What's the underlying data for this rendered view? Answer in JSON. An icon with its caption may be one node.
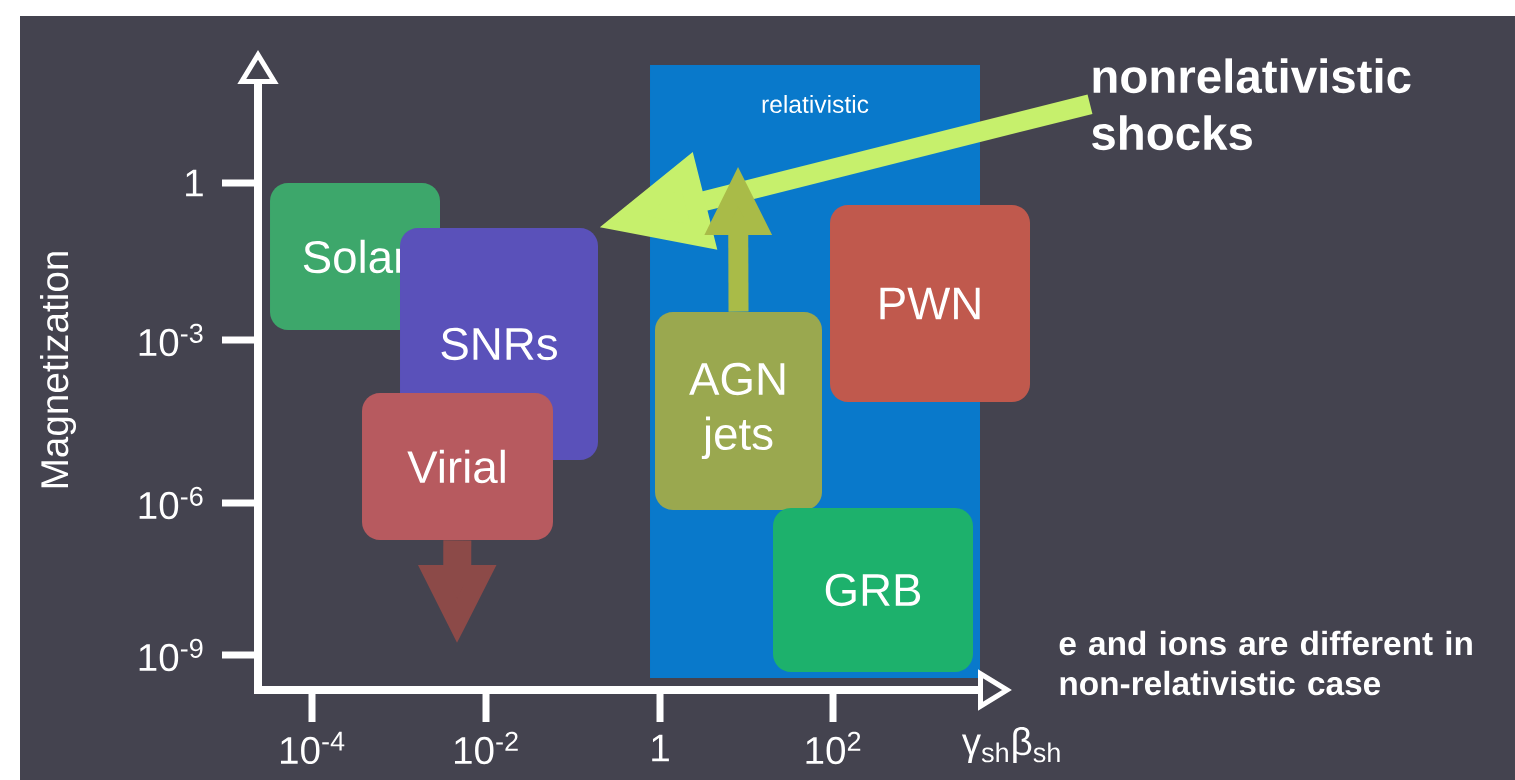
{
  "diagram": {
    "nodes": [
      {
        "text": [
          "relativistic"
        ]
      },
      {
        "text": [
          "Solar"
        ]
      },
      {
        "text": [
          "SNRs"
        ]
      },
      {
        "text": [
          "Virial"
        ]
      },
      {
        "text": [
          "AGN jets"
        ],
        "in": 0
      },
      {
        "text": [
          "PWN"
        ]
      },
      {
        "text": [
          "GRB"
        ],
        "in": 0
      },
      {
        "text": [
          "nonrelativistic shocks"
        ]
      }
    ],
    "edges": [
      {
        "from": 7,
        "to": 2,
        "arrow": "to",
        "color": "#c6f06c"
      },
      {
        "from": 3,
        "to": null,
        "arrow": "to",
        "color": "#8c4a48"
      },
      {
        "from": 4,
        "to": null,
        "arrow": "to",
        "color": "#a9bb48"
      }
    ],
    "labels": [
      "1",
      "10$^{-3}$",
      "10$^{-6}$",
      "10$^{-9}$",
      "Magnetization",
      "10$^{-4}$",
      "10$^{-2}$",
      "1",
      "10$^{2}$",
      "γ$_{sh}$β$_{sh}$",
      "e and ions are different in non-relativistic case"
    ]
  }
}
